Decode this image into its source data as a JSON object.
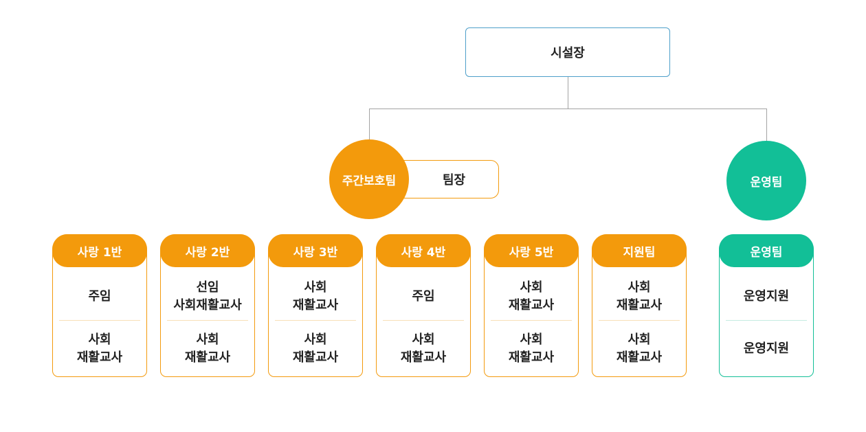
{
  "chart": {
    "head": "시설장",
    "day_care_team": {
      "name": "주간보호팀",
      "leader": "팀장"
    },
    "operations_team": {
      "name": "운영팀"
    }
  },
  "units": [
    {
      "header": "사랑 1반",
      "top": [
        "주임"
      ],
      "bottom": [
        "사회",
        "재활교사"
      ]
    },
    {
      "header": "사랑 2반",
      "top": [
        "선임",
        "사회재활교사"
      ],
      "bottom": [
        "사회",
        "재활교사"
      ]
    },
    {
      "header": "사랑 3반",
      "top": [
        "사회",
        "재활교사"
      ],
      "bottom": [
        "사회",
        "재활교사"
      ]
    },
    {
      "header": "사랑 4반",
      "top": [
        "주임"
      ],
      "bottom": [
        "사회",
        "재활교사"
      ]
    },
    {
      "header": "사랑 5반",
      "top": [
        "사회",
        "재활교사"
      ],
      "bottom": [
        "사회",
        "재활교사"
      ]
    },
    {
      "header": "지원팀",
      "top": [
        "사회",
        "재활교사"
      ],
      "bottom": [
        "사회",
        "재활교사"
      ]
    },
    {
      "header": "운영팀",
      "top": [
        "운영지원"
      ],
      "bottom": [
        "운영지원"
      ]
    }
  ],
  "colors": {
    "orange": "#f39a0c",
    "green": "#12bf97",
    "connector": "#a3a3a3",
    "head_border": "#4d9fc9",
    "text": "#222222"
  }
}
